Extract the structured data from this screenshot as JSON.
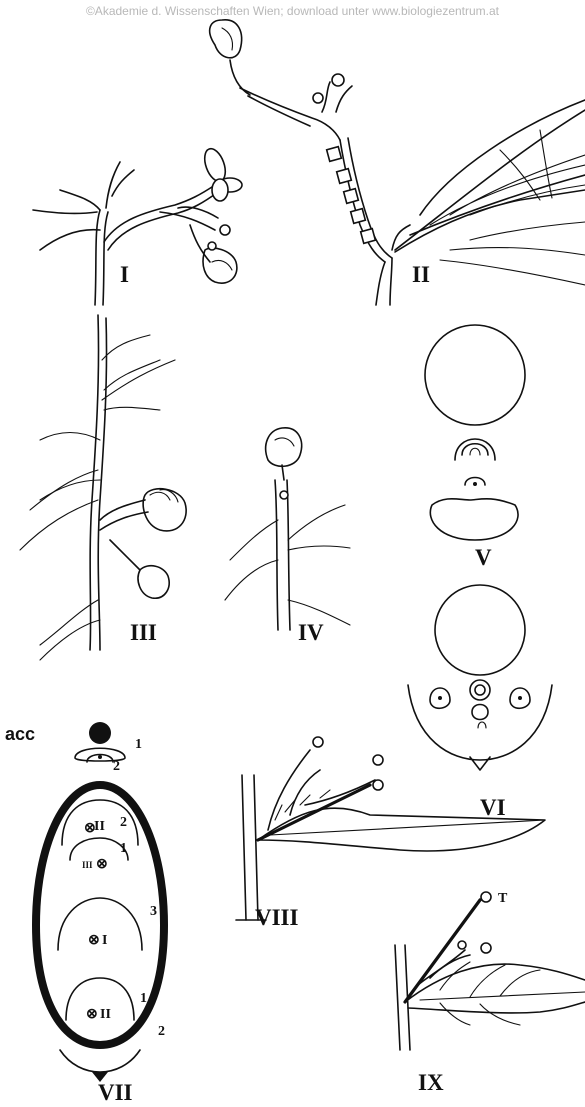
{
  "copyright": "©Akademie d. Wissenschaften Wien; download unter www.biologiezentrum.at",
  "figures": {
    "I": "I",
    "II": "II",
    "III": "III",
    "IV": "IV",
    "V": "V",
    "VI": "VI",
    "VII": "VII",
    "VIII": "VIII",
    "IX": "IX"
  },
  "diagram_labels": {
    "acc": "acc",
    "acc_1": "1",
    "acc_2": "2",
    "upper_II": "II",
    "upper_2": "2",
    "upper_III": "III",
    "upper_1": "1",
    "middle_I": "I",
    "middle_3": "3",
    "lower_II": "II",
    "lower_1": "1",
    "outer_2": "2",
    "tip_T": "T"
  }
}
